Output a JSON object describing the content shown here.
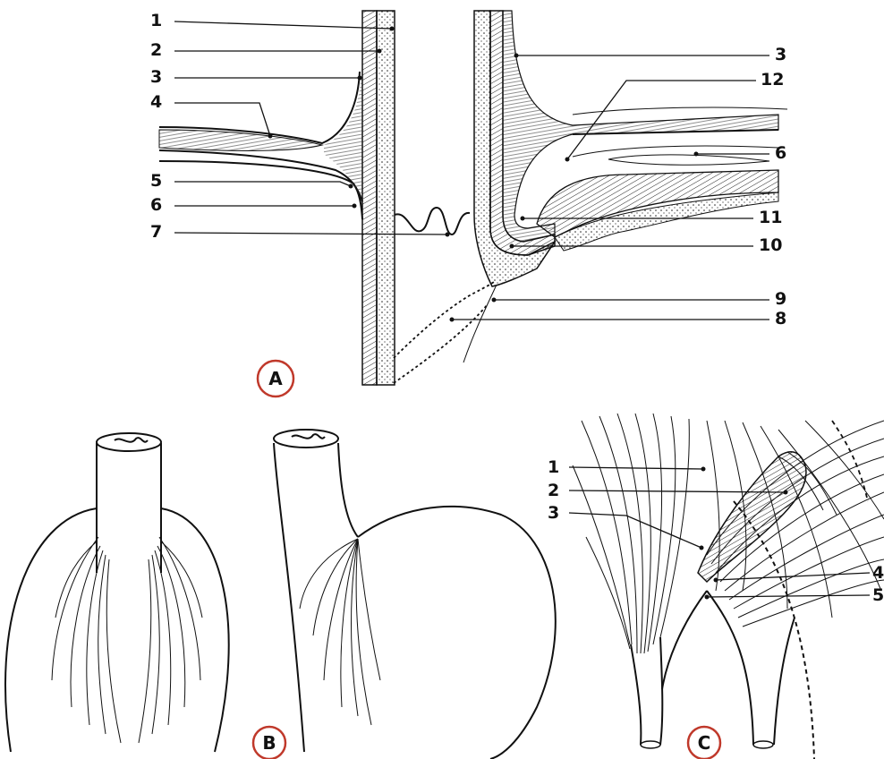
{
  "figure": {
    "panels": [
      {
        "id": "A",
        "label": "A"
      },
      {
        "id": "B",
        "label": "B"
      },
      {
        "id": "C",
        "label": "C"
      }
    ],
    "panel_A": {
      "labels_left": [
        "1",
        "2",
        "3",
        "4",
        "5",
        "6",
        "7"
      ],
      "labels_right": [
        "3",
        "12",
        "6",
        "11",
        "10",
        "9",
        "8"
      ]
    },
    "panel_C": {
      "labels_left": [
        "1",
        "2",
        "3"
      ],
      "labels_right": [
        "4",
        "5"
      ]
    },
    "colors": {
      "ink": "#111111",
      "panel_circle": "#c0392b",
      "background": "#ffffff"
    }
  }
}
